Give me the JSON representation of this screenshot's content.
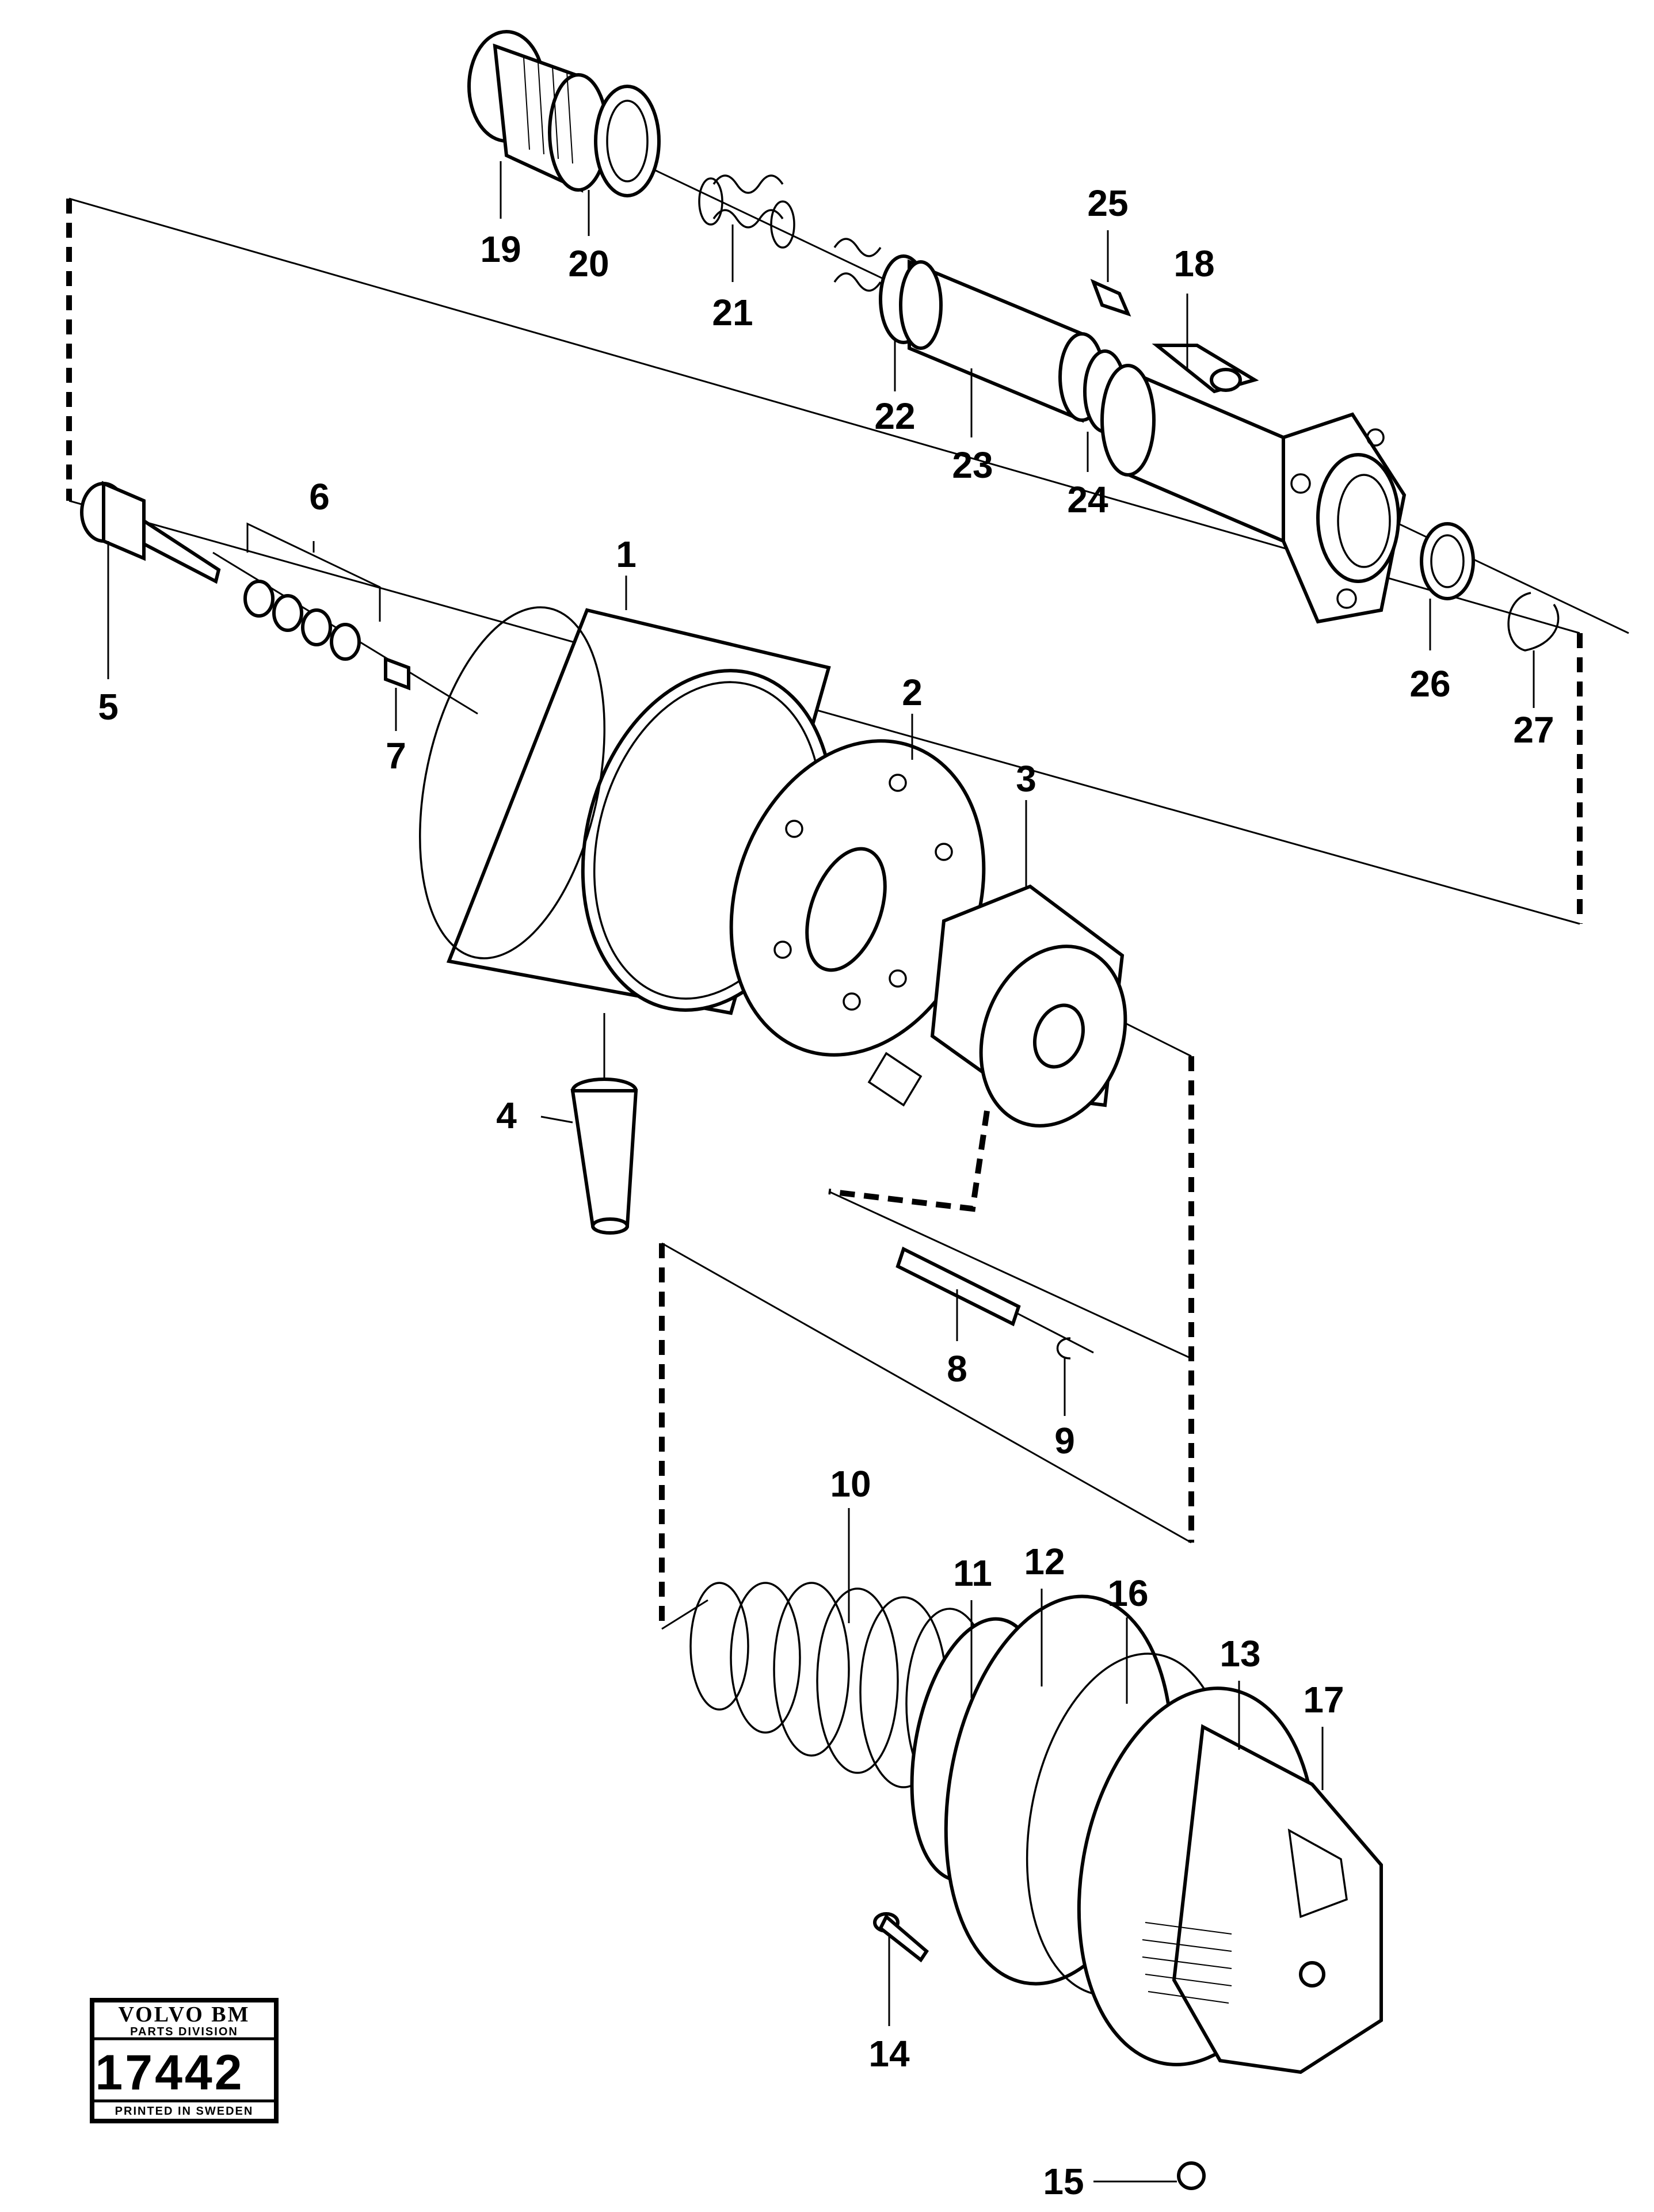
{
  "stamp": {
    "brand": "VOLVO BM",
    "division": "PARTS DIVISION",
    "number": "17442",
    "printed": "PRINTED IN SWEDEN"
  },
  "callouts": [
    "1",
    "2",
    "3",
    "4",
    "5",
    "6",
    "7",
    "8",
    "9",
    "10",
    "11",
    "12",
    "13",
    "14",
    "15",
    "16",
    "17",
    "18",
    "19",
    "20",
    "21",
    "22",
    "23",
    "24",
    "25",
    "26",
    "27"
  ]
}
